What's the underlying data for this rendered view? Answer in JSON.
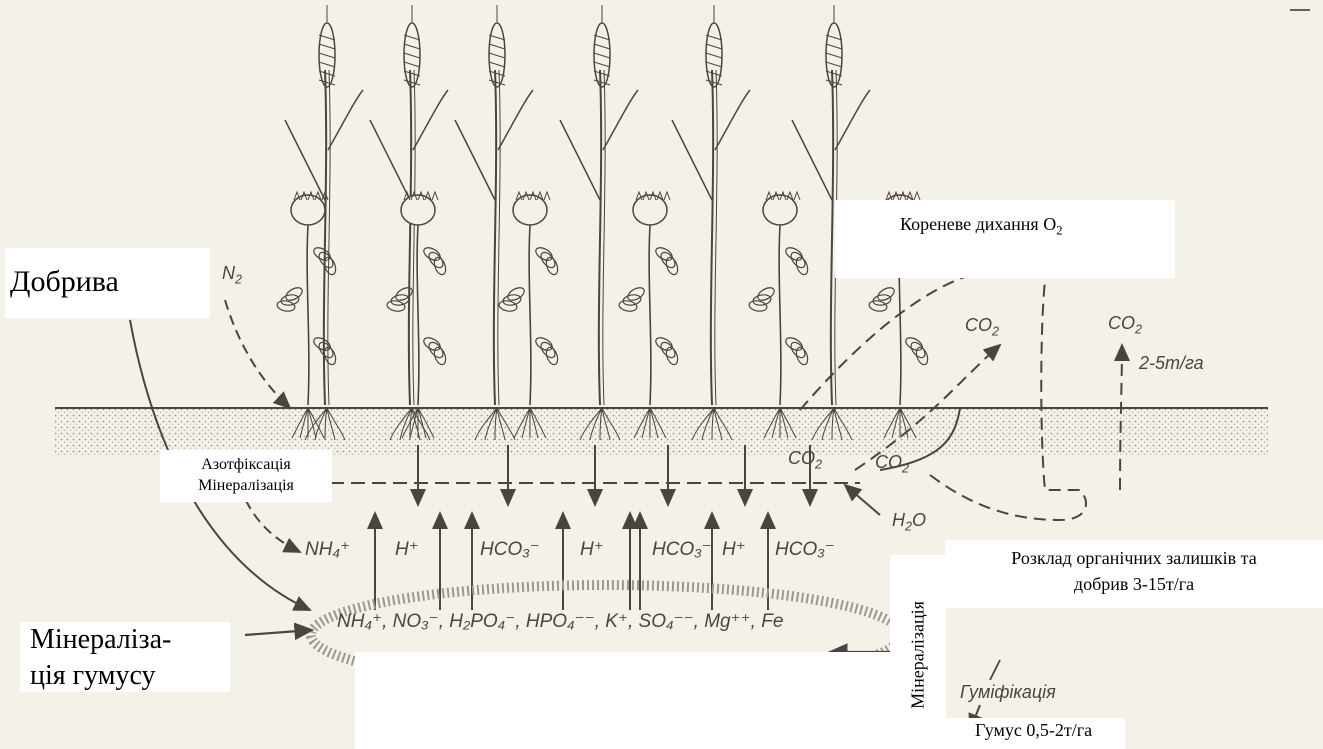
{
  "colors": {
    "paper": "#f4f1e8",
    "ink": "#4b4440",
    "soil": "#a9a39a",
    "white_box": "#ffffff"
  },
  "labels": {
    "fertilizers": "Добрива",
    "root_respiration": "Кореневе дихання О",
    "root_respiration_sub": "2",
    "nitrogen_fixation": "Азотфіксація",
    "mineralization_left": "Мінералізація",
    "humus_mineralization_line1": "Мінераліза-",
    "humus_mineralization_line2": "ція гумусу",
    "decomposition_line1": "Розклад органічних залишків та",
    "decomposition_line2": "добрив 3-15т/га",
    "mineralization_vertical": "Мінералізація",
    "humus_amount": "Гумус 0,5-2т/га"
  },
  "drawing_text": {
    "n2": "N",
    "n2_sub": "2",
    "co2_a": "CO",
    "co2_b": "CO",
    "co2_c": "CO",
    "co2_d": "CO",
    "co2_sub": "2",
    "co2_rate": "2-5т/га",
    "h2o": "H",
    "h2o_tail": "O",
    "h2o_sub": "2",
    "humification": "Гуміфікація",
    "ions_top": [
      "NH₄⁺",
      "H⁺",
      "HCO₃⁻",
      "H⁺",
      "HCO₃⁻",
      "H⁺",
      "HCO₃⁻"
    ],
    "ions_pool": "NH₄⁺, NO₃⁻, H₂PO₄⁻, HPO₄⁻⁻, K⁺, SO₄⁻⁻, Mg⁺⁺, Fe"
  }
}
